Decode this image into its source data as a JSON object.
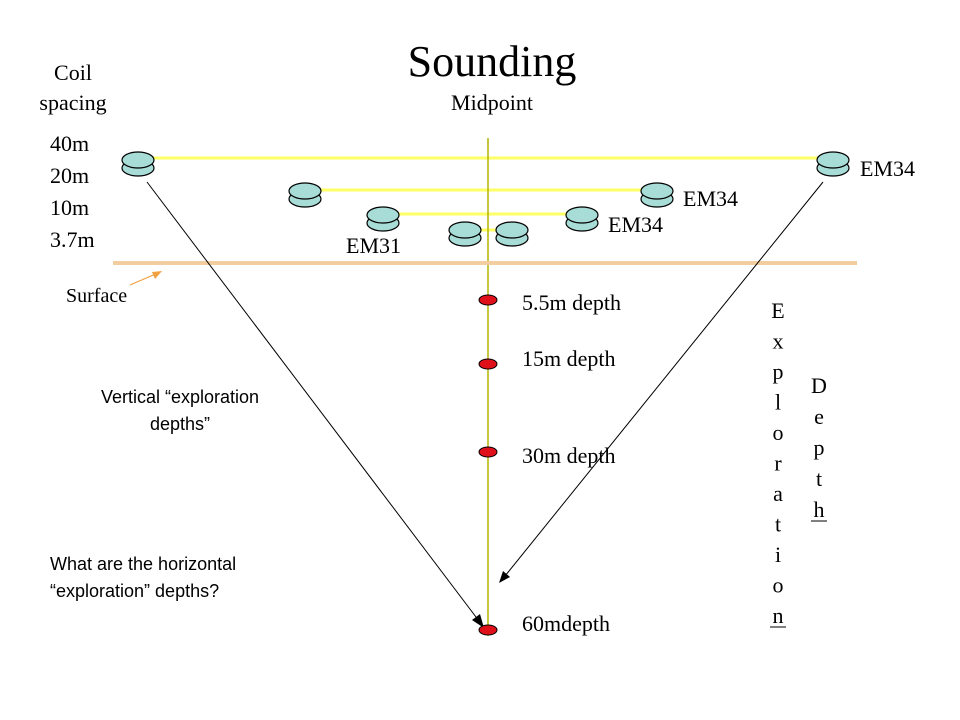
{
  "title": "Sounding",
  "coil_spacing_label": [
    "Coil",
    "spacing"
  ],
  "midpoint_label": "Midpoint",
  "spacings": [
    "40m",
    "20m",
    "10m",
    "3.7m"
  ],
  "instruments": {
    "em34_40m": "EM34",
    "em34_20m": "EM34",
    "em34_10m": "EM34",
    "em31": "EM31"
  },
  "surface_label": "Surface",
  "depths": [
    "5.5m depth",
    "15m depth",
    "30m depth",
    "60mdepth"
  ],
  "vertical_note": [
    "Vertical “exploration",
    "depths”"
  ],
  "horizontal_question": [
    "What are the horizontal",
    "“exploration” depths?"
  ],
  "exploration_vertical": "Exploration",
  "depth_vertical": "Depth",
  "colors": {
    "coil_line": "#ffff66",
    "coil_fill": "#a8dcd6",
    "surface": "#f2cda0",
    "center_line": "#b3b300",
    "depth_marker": "#e0101a",
    "arrow": "#f0a040"
  }
}
